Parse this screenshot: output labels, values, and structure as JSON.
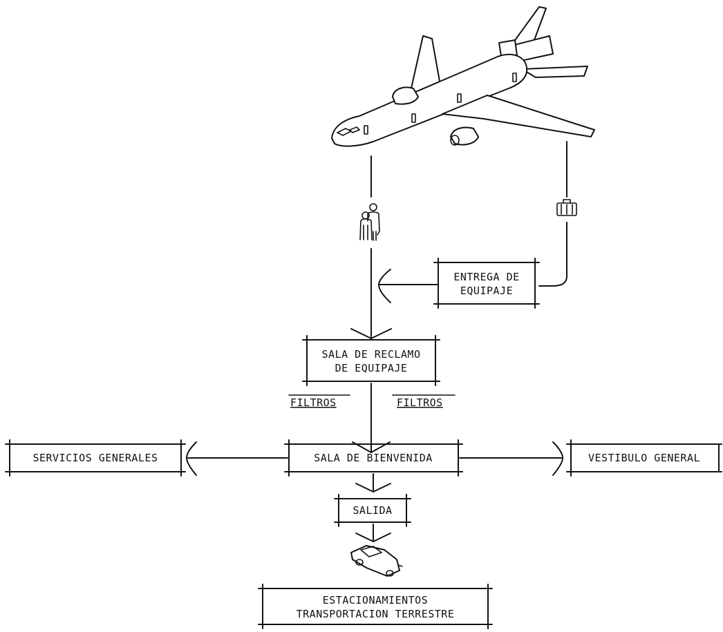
{
  "diagram": {
    "entrega": {
      "line1": "ENTREGA DE",
      "line2": "EQUIPAJE"
    },
    "reclamo": {
      "line1": "SALA DE RECLAMO",
      "line2": "DE EQUIPAJE"
    },
    "filtros_left": "FILTROS",
    "filtros_right": "FILTROS",
    "servicios": "SERVICIOS GENERALES",
    "bienvenida": "SALA DE BIENVENIDA",
    "vestibulo": "VESTIBULO GENERAL",
    "salida": "SALIDA",
    "estacionamientos": {
      "line1": "ESTACIONAMIENTOS",
      "line2": "TRANSPORTACION TERRESTRE"
    },
    "icons": [
      "airplane-icon",
      "passengers-icon",
      "luggage-icon",
      "car-icon"
    ],
    "colors": {
      "ink": "#111111",
      "paper": "#ffffff"
    }
  }
}
